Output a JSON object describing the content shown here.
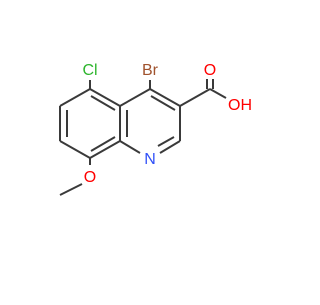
{
  "molecule": {
    "atom_labels": {
      "cl": "Cl",
      "br": "Br",
      "o_carbonyl": "O",
      "oh": "OH",
      "n": "N",
      "o_methoxy": "O"
    },
    "colors": {
      "bond": "#3a3a3a",
      "chlorine": "#2db52d",
      "bromine": "#a0522d",
      "oxygen": "#ff0000",
      "nitrogen": "#3050f8",
      "background": "#ffffff"
    }
  }
}
